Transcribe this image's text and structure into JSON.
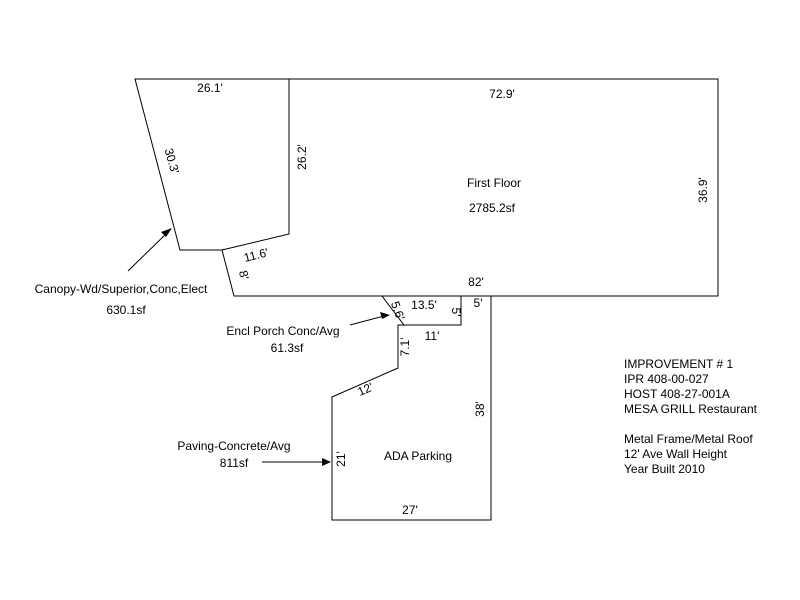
{
  "colors": {
    "line": "#000000",
    "background": "#ffffff"
  },
  "dimensions": {
    "d_26_1": "26.1'",
    "d_72_9": "72.9'",
    "d_30_3": "30.3'",
    "d_26_2": "26.2'",
    "d_36_9": "36.9'",
    "d_11_6": "11.6'",
    "d_8": "8'",
    "d_82": "82'",
    "d_13_5": "13.5'",
    "d_5_porch": "5'",
    "d_5_parking": "5'",
    "d_5_6": "5.6'",
    "d_11": "11'",
    "d_7_1": "7.1'",
    "d_12": "12'",
    "d_38": "38'",
    "d_21": "21'",
    "d_27": "27'"
  },
  "areas": {
    "first_floor": {
      "name": "First Floor",
      "size": "2785.2sf"
    },
    "ada_parking": {
      "name": "ADA Parking"
    }
  },
  "callouts": {
    "canopy": {
      "name": "Canopy-Wd/Superior,Conc,Elect",
      "size": "630.1sf"
    },
    "porch": {
      "name": "Encl Porch Conc/Avg",
      "size": "61.3sf"
    },
    "paving": {
      "name": "Paving-Concrete/Avg",
      "size": "811sf"
    }
  },
  "info": {
    "line1": "IMPROVEMENT # 1",
    "line2": "IPR 408-00-027",
    "line3": "HOST 408-27-001A",
    "line4": "MESA GRILL Restaurant",
    "line5": "Metal Frame/Metal Roof",
    "line6": "12' Ave Wall Height",
    "line7": "Year Built 2010"
  }
}
